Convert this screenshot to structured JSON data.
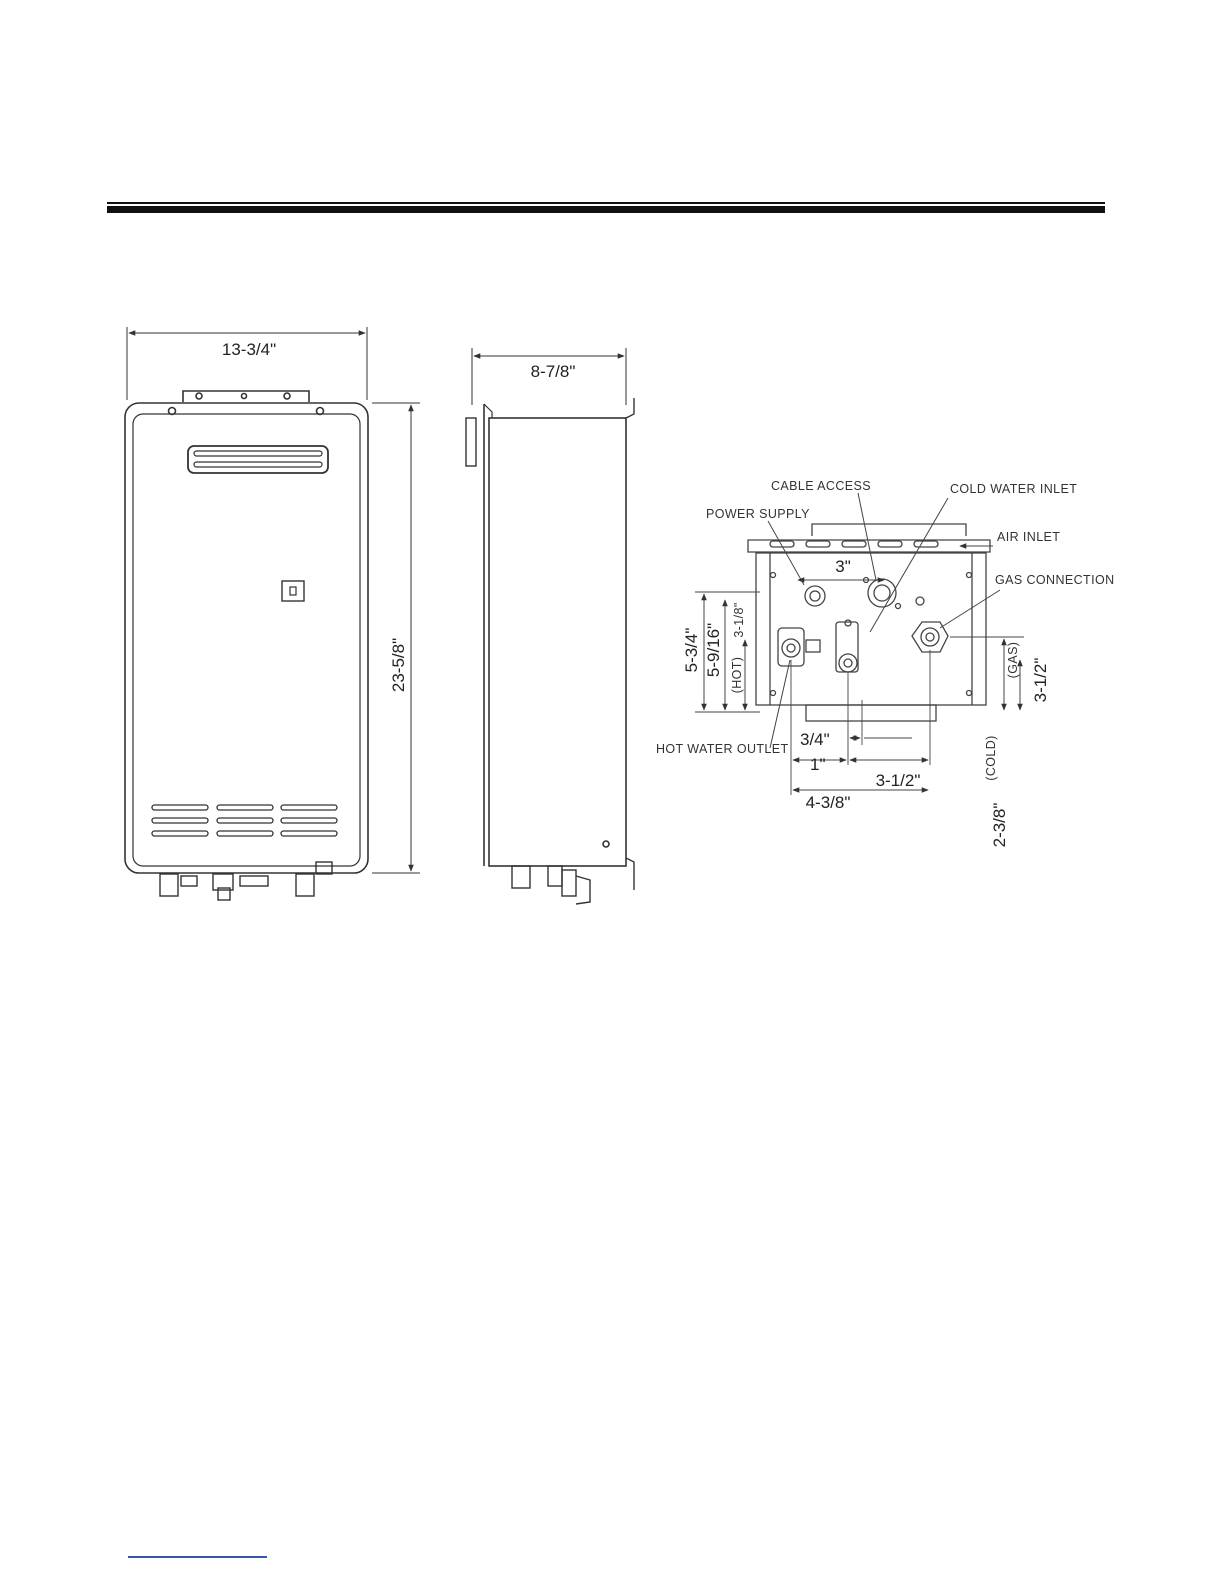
{
  "front_view": {
    "width_dim": "13-3/4\"",
    "height_dim": "23-5/8\""
  },
  "side_view": {
    "depth_dim": "8-7/8\""
  },
  "bottom_view": {
    "labels": {
      "cable_access": "CABLE ACCESS",
      "cold_water_inlet": "COLD WATER INLET",
      "power_supply": "POWER SUPPLY",
      "air_inlet": "AIR INLET",
      "gas_connection": "GAS CONNECTION",
      "hot_water_outlet": "HOT WATER OUTLET"
    },
    "dims": {
      "d_3": "3\"",
      "d_5_3_4": "5-3/4\"",
      "d_5_9_16": "5-9/16\"",
      "d_3_1_8": "3-1/8\"",
      "hot": "(HOT)",
      "gas": "(GAS)",
      "d_3_1_2_v": "3-1/2\"",
      "d_3_4": "3/4\"",
      "d_1": "1\"",
      "d_3_1_2_h": "3-1/2\"",
      "d_4_3_8": "4-3/8\"",
      "cold": "(COLD)",
      "d_2_3_8": "2-3/8\""
    }
  }
}
